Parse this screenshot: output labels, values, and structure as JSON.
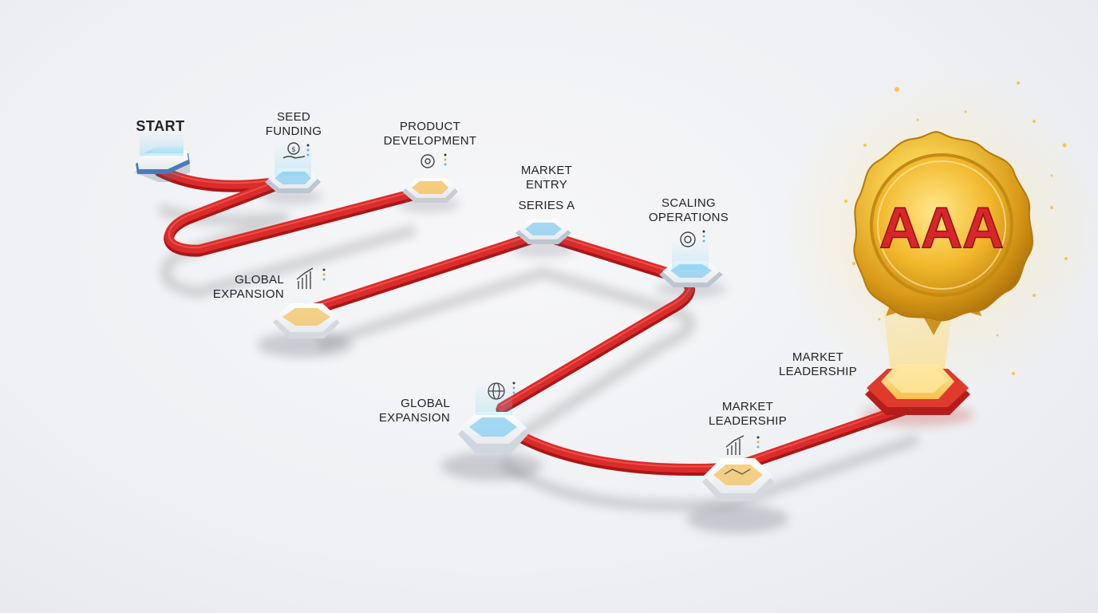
{
  "diagram": {
    "badge_text": "AAA",
    "stages": [
      {
        "id": "start",
        "lines": [
          "START"
        ]
      },
      {
        "id": "seed",
        "lines": [
          "SEED",
          "FUNDING"
        ],
        "icon": "money-hand-icon"
      },
      {
        "id": "product",
        "lines": [
          "PRODUCT",
          "DEVELOPMENT"
        ],
        "icon": "gear-icon"
      },
      {
        "id": "global1",
        "lines": [
          "GLOBAL",
          "EXPANSION"
        ],
        "icon": "growth-chart-icon"
      },
      {
        "id": "market-entry",
        "lines": [
          "MARKET",
          "ENTRY"
        ],
        "sublabel": "SERIES A",
        "icon": "handshake-icon"
      },
      {
        "id": "scaling",
        "lines": [
          "SCALING",
          "OPERATIONS"
        ],
        "icon": "target-icon"
      },
      {
        "id": "global2",
        "lines": [
          "GLOBAL",
          "EXPANSION"
        ],
        "icon": "globe-icon"
      },
      {
        "id": "leadership1",
        "lines": [
          "MARKET",
          "LEADERSHIP"
        ],
        "icon": "growth-chart-icon"
      },
      {
        "id": "leadership2",
        "lines": [
          "MARKET",
          "LEADERSHIP"
        ]
      }
    ],
    "colors": {
      "path": "#d92a2a",
      "path_dark": "#b51e1e",
      "accent_blue": "#5ab9ee",
      "accent_orange": "#f2a640",
      "badge_gold": "#f2c44a",
      "badge_text": "#d8262a",
      "final_platform": "#d9322b"
    }
  }
}
